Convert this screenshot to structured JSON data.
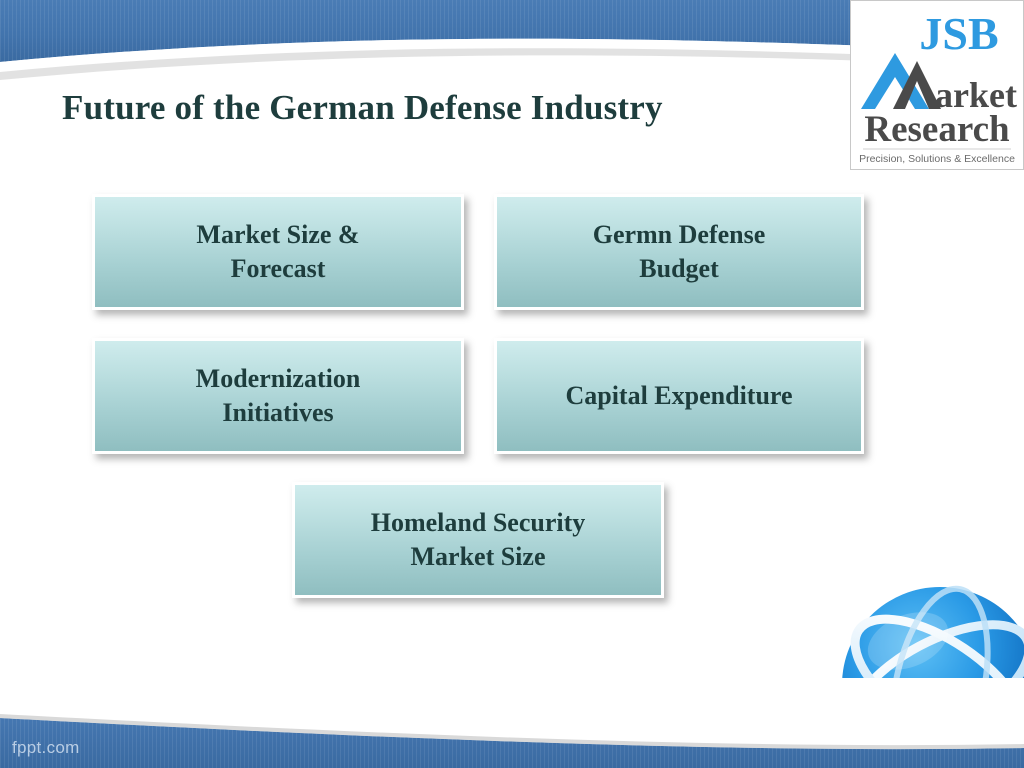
{
  "slide": {
    "title": "Future of the German Defense Industry",
    "background_color": "#ffffff",
    "band_color": "#3f73ad",
    "accent_text_color": "#1e3d3d"
  },
  "logo": {
    "name": "jsb-market-research-logo",
    "line1": "JSB",
    "line2": "arket",
    "line3": "Research",
    "tagline": "Precision, Solutions & Excellence",
    "brand_blue": "#2e9ae0",
    "brand_dark": "#4a4a4a"
  },
  "boxes": [
    {
      "id": "market-size",
      "label": "Market Size &\nForecast"
    },
    {
      "id": "german-budget",
      "label": "Germn Defense\nBudget"
    },
    {
      "id": "modernization",
      "label": "Modernization\nInitiatives"
    },
    {
      "id": "capex",
      "label": "Capital Expenditure"
    },
    {
      "id": "homeland",
      "label": "Homeland Security\nMarket Size"
    }
  ],
  "box_labels": {
    "market_size": "Market Size & Forecast",
    "german_budget": "Germn Defense Budget",
    "modernization": "Modernization Initiatives",
    "capital_expenditure": "Capital Expenditure",
    "homeland_security": "Homeland Security Market Size"
  },
  "footer": {
    "watermark": "fppt.com"
  },
  "decor": {
    "globe": "globe-graphic"
  }
}
